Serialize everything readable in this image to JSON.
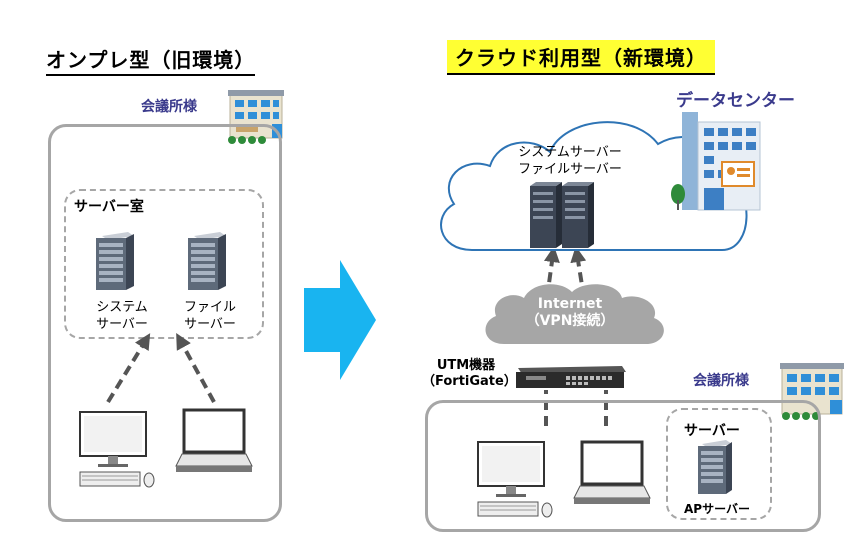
{
  "left": {
    "title": "オンプレ型（旧環境）",
    "office_label": "会議所様",
    "server_room_label": "サーバー室",
    "server1_label_line1": "システム",
    "server1_label_line2": "サーバー",
    "server2_label_line1": "ファイル",
    "server2_label_line2": "サーバー"
  },
  "right": {
    "title": "クラウド利用型（新環境）",
    "datacenter_label": "データセンター",
    "cloud_server_line1": "システムサーバー",
    "cloud_server_line2": "ファイルサーバー",
    "internet_line1": "Internet",
    "internet_line2": "（VPN接続）",
    "utm_line1": "UTM機器",
    "utm_line2": "（FortiGate）",
    "office_label": "会議所様",
    "server_box_label": "サーバー",
    "ap_server_label": "APサーバー"
  },
  "colors": {
    "arrow": "#19b4f0",
    "box_border": "#a6a6a6",
    "label_blue": "#3a3a8c",
    "highlight": "#ffff33",
    "cloud_stroke": "#2e74b5",
    "internet_cloud": "#a6a6a6"
  }
}
